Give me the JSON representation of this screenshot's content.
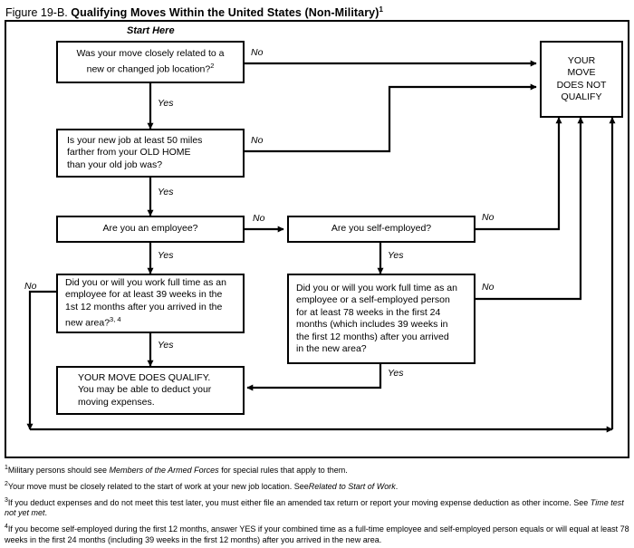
{
  "figure": {
    "label": "Figure 19-B.",
    "title": "Qualifying Moves Within the United States (Non-Military)",
    "title_footnote_marker": "1"
  },
  "start_label": "Start Here",
  "nodes": {
    "q1": {
      "id": "closely-related",
      "lines": [
        "Was your move closely related to a",
        "new or changed job location?"
      ],
      "footnote_marker": "2"
    },
    "q2": {
      "id": "fifty-miles",
      "lines": [
        "Is your new job at least 50 miles",
        "farther from your OLD HOME",
        "than your old job was?"
      ]
    },
    "q3": {
      "id": "are-you-employee",
      "lines": [
        "Are you an employee?"
      ]
    },
    "q4": {
      "id": "are-you-self-employed",
      "lines": [
        "Are you self-employed?"
      ]
    },
    "q5": {
      "id": "thirty-nine-weeks",
      "lines": [
        "Did you or will you work full time as an",
        "employee for at least 39 weeks in the",
        "1st 12 months after you arrived in the",
        "new area?"
      ],
      "footnote_marker": "3, 4"
    },
    "q6": {
      "id": "seventy-eight-weeks",
      "lines": [
        "Did you or will you work full time as an",
        "employee or a self-employed person",
        "for at least 78 weeks in the first 24",
        "months (which includes 39 weeks in",
        "the first 12 months) after you arrived",
        "in the new area?"
      ]
    },
    "qualify": {
      "id": "move-does-qualify",
      "lines": [
        "YOUR MOVE DOES QUALIFY.",
        "You may be able to deduct your",
        "moving expenses."
      ]
    },
    "not_qualify": {
      "id": "move-does-not-qualify",
      "lines": [
        "YOUR",
        "MOVE",
        "DOES NOT",
        "QUALIFY"
      ]
    }
  },
  "edge_labels": {
    "q1_no": "No",
    "q1_yes": "Yes",
    "q2_no": "No",
    "q2_yes": "Yes",
    "q3_no": "No",
    "q3_yes": "Yes",
    "q4_no": "No",
    "q4_yes": "Yes",
    "q5_no": "No",
    "q5_yes": "Yes",
    "q6_no": "No",
    "q6_yes": "Yes"
  },
  "footnotes": [
    {
      "marker": "1",
      "pre": "Military persons should see ",
      "italic": "Members of the Armed Forces",
      "post": " for special rules that apply to them.",
      "cont": ""
    },
    {
      "marker": "2",
      "pre": "Your move must be closely related to the start of work at your new job location. See",
      "italic": "Related to Start of Work",
      "post": ".",
      "cont": ""
    },
    {
      "marker": "3",
      "pre": "If you deduct expenses and do not meet this test later, you must either file an amended tax return or report your moving expense deduction as other income. See ",
      "italic": "Time test not yet met",
      "post": ".",
      "cont": ""
    },
    {
      "marker": "4",
      "pre": "If you become self-employed during the first 12 months, answer YES if your combined time as a full-time employee and self-employed person equals or will equal at least 78 weeks in the first 24 months (including 39 weeks in the first 12 months) after you arrived in the new area.",
      "italic": "",
      "post": "",
      "cont": ""
    }
  ],
  "colors": {
    "ink": "#000000",
    "paper": "#ffffff"
  }
}
